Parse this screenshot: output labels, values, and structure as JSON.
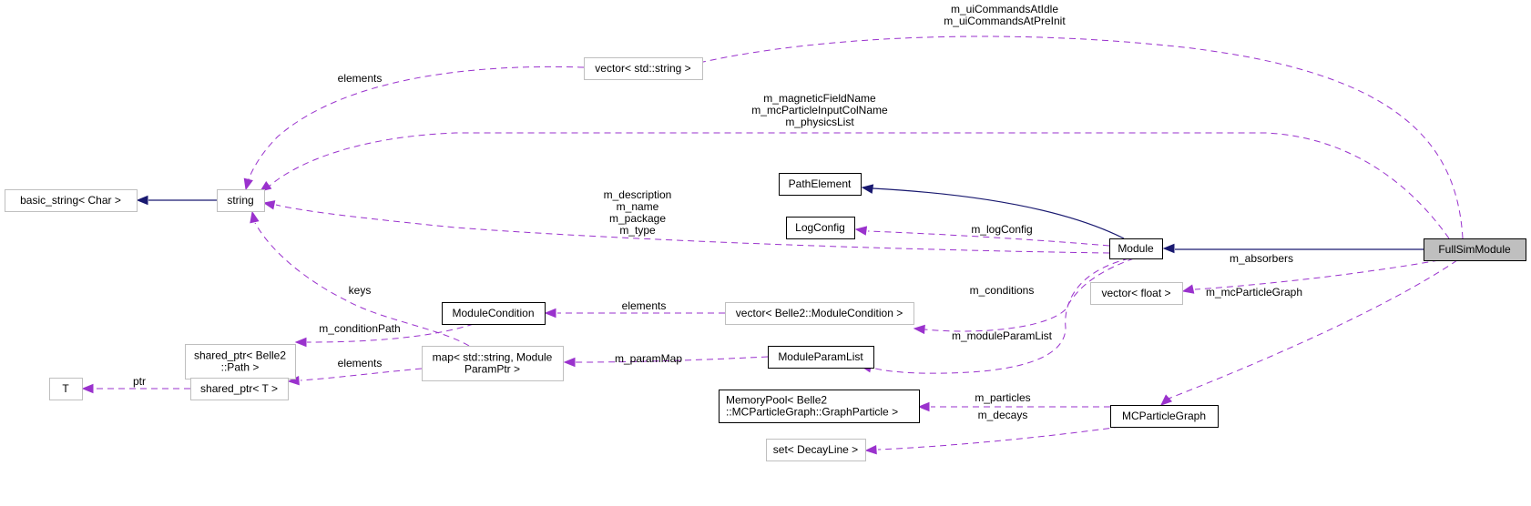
{
  "diagram": {
    "title": "FullSimModule collaboration graph",
    "colors": {
      "usage_edge": "#9a32cd",
      "inheritance_edge": "#191970",
      "focus_node_fill": "#bfbfbf",
      "documented_node_border": "#000000",
      "undocumented_node_border": "#bfbfbf"
    },
    "nodes": [
      {
        "id": "FullSimModule",
        "lines": [
          "FullSimModule"
        ],
        "style": "focus"
      },
      {
        "id": "Module",
        "lines": [
          "Module"
        ],
        "style": "black"
      },
      {
        "id": "PathElement",
        "lines": [
          "PathElement"
        ],
        "style": "black"
      },
      {
        "id": "LogConfig",
        "lines": [
          "LogConfig"
        ],
        "style": "black"
      },
      {
        "id": "string",
        "lines": [
          "string"
        ],
        "style": "gray"
      },
      {
        "id": "basic_string",
        "lines": [
          "basic_string< Char >"
        ],
        "style": "gray"
      },
      {
        "id": "vector_string",
        "lines": [
          "vector< std::string >"
        ],
        "style": "gray"
      },
      {
        "id": "vector_float",
        "lines": [
          "vector< float >"
        ],
        "style": "gray"
      },
      {
        "id": "ModuleCondition",
        "lines": [
          "ModuleCondition"
        ],
        "style": "black"
      },
      {
        "id": "vector_modcond",
        "lines": [
          "vector< Belle2::ModuleCondition >"
        ],
        "style": "gray"
      },
      {
        "id": "shared_ptr_path",
        "lines": [
          "shared_ptr< Belle2",
          "::Path >"
        ],
        "style": "gray"
      },
      {
        "id": "map_param",
        "lines": [
          "map< std::string, Module",
          "ParamPtr >"
        ],
        "style": "gray"
      },
      {
        "id": "ModuleParamList",
        "lines": [
          "ModuleParamList"
        ],
        "style": "black"
      },
      {
        "id": "T",
        "lines": [
          "T"
        ],
        "style": "gray"
      },
      {
        "id": "shared_ptr_T",
        "lines": [
          "shared_ptr< T >"
        ],
        "style": "gray"
      },
      {
        "id": "MemoryPool",
        "lines": [
          "MemoryPool< Belle2",
          "::MCParticleGraph::GraphParticle >"
        ],
        "style": "black"
      },
      {
        "id": "MCParticleGraph",
        "lines": [
          "MCParticleGraph"
        ],
        "style": "black"
      },
      {
        "id": "set_decay",
        "lines": [
          "set< DecayLine >"
        ],
        "style": "gray"
      }
    ],
    "edges": [
      {
        "from": "FullSimModule",
        "to": "Module",
        "kind": "inherit",
        "labels": []
      },
      {
        "from": "Module",
        "to": "PathElement",
        "kind": "inherit",
        "labels": []
      },
      {
        "from": "string",
        "to": "basic_string",
        "kind": "inherit",
        "labels": []
      },
      {
        "from": "FullSimModule",
        "to": "vector_string",
        "kind": "usage",
        "labels": [
          "m_uiCommandsAtIdle",
          "m_uiCommandsAtPreInit"
        ]
      },
      {
        "from": "FullSimModule",
        "to": "string",
        "kind": "usage",
        "labels": [
          "m_magneticFieldName",
          "m_mcParticleInputColName",
          "m_physicsList"
        ]
      },
      {
        "from": "vector_string",
        "to": "string",
        "kind": "usage",
        "labels": [
          "elements"
        ]
      },
      {
        "from": "Module",
        "to": "string",
        "kind": "usage",
        "labels": [
          "m_description",
          "m_name",
          "m_package",
          "m_type"
        ]
      },
      {
        "from": "Module",
        "to": "LogConfig",
        "kind": "usage",
        "labels": [
          "m_logConfig"
        ]
      },
      {
        "from": "FullSimModule",
        "to": "vector_float",
        "kind": "usage",
        "labels": [
          "m_absorbers"
        ]
      },
      {
        "from": "FullSimModule",
        "to": "MCParticleGraph",
        "kind": "usage",
        "labels": [
          "m_mcParticleGraph"
        ]
      },
      {
        "from": "Module",
        "to": "vector_modcond",
        "kind": "usage",
        "labels": [
          "m_conditions"
        ]
      },
      {
        "from": "Module",
        "to": "ModuleParamList",
        "kind": "usage",
        "labels": [
          "m_moduleParamList"
        ]
      },
      {
        "from": "vector_modcond",
        "to": "ModuleCondition",
        "kind": "usage",
        "labels": [
          "elements"
        ]
      },
      {
        "from": "ModuleCondition",
        "to": "shared_ptr_path",
        "kind": "usage",
        "labels": [
          "m_conditionPath"
        ]
      },
      {
        "from": "map_param",
        "to": "string",
        "kind": "usage",
        "labels": [
          "keys"
        ]
      },
      {
        "from": "ModuleParamList",
        "to": "map_param",
        "kind": "usage",
        "labels": [
          "m_paramMap"
        ]
      },
      {
        "from": "map_param",
        "to": "shared_ptr_T",
        "kind": "usage",
        "labels": [
          "elements"
        ]
      },
      {
        "from": "shared_ptr_T",
        "to": "T",
        "kind": "usage",
        "labels": [
          "ptr"
        ]
      },
      {
        "from": "MCParticleGraph",
        "to": "MemoryPool",
        "kind": "usage",
        "labels": [
          "m_particles"
        ]
      },
      {
        "from": "MCParticleGraph",
        "to": "set_decay",
        "kind": "usage",
        "labels": [
          "m_decays"
        ]
      }
    ]
  }
}
